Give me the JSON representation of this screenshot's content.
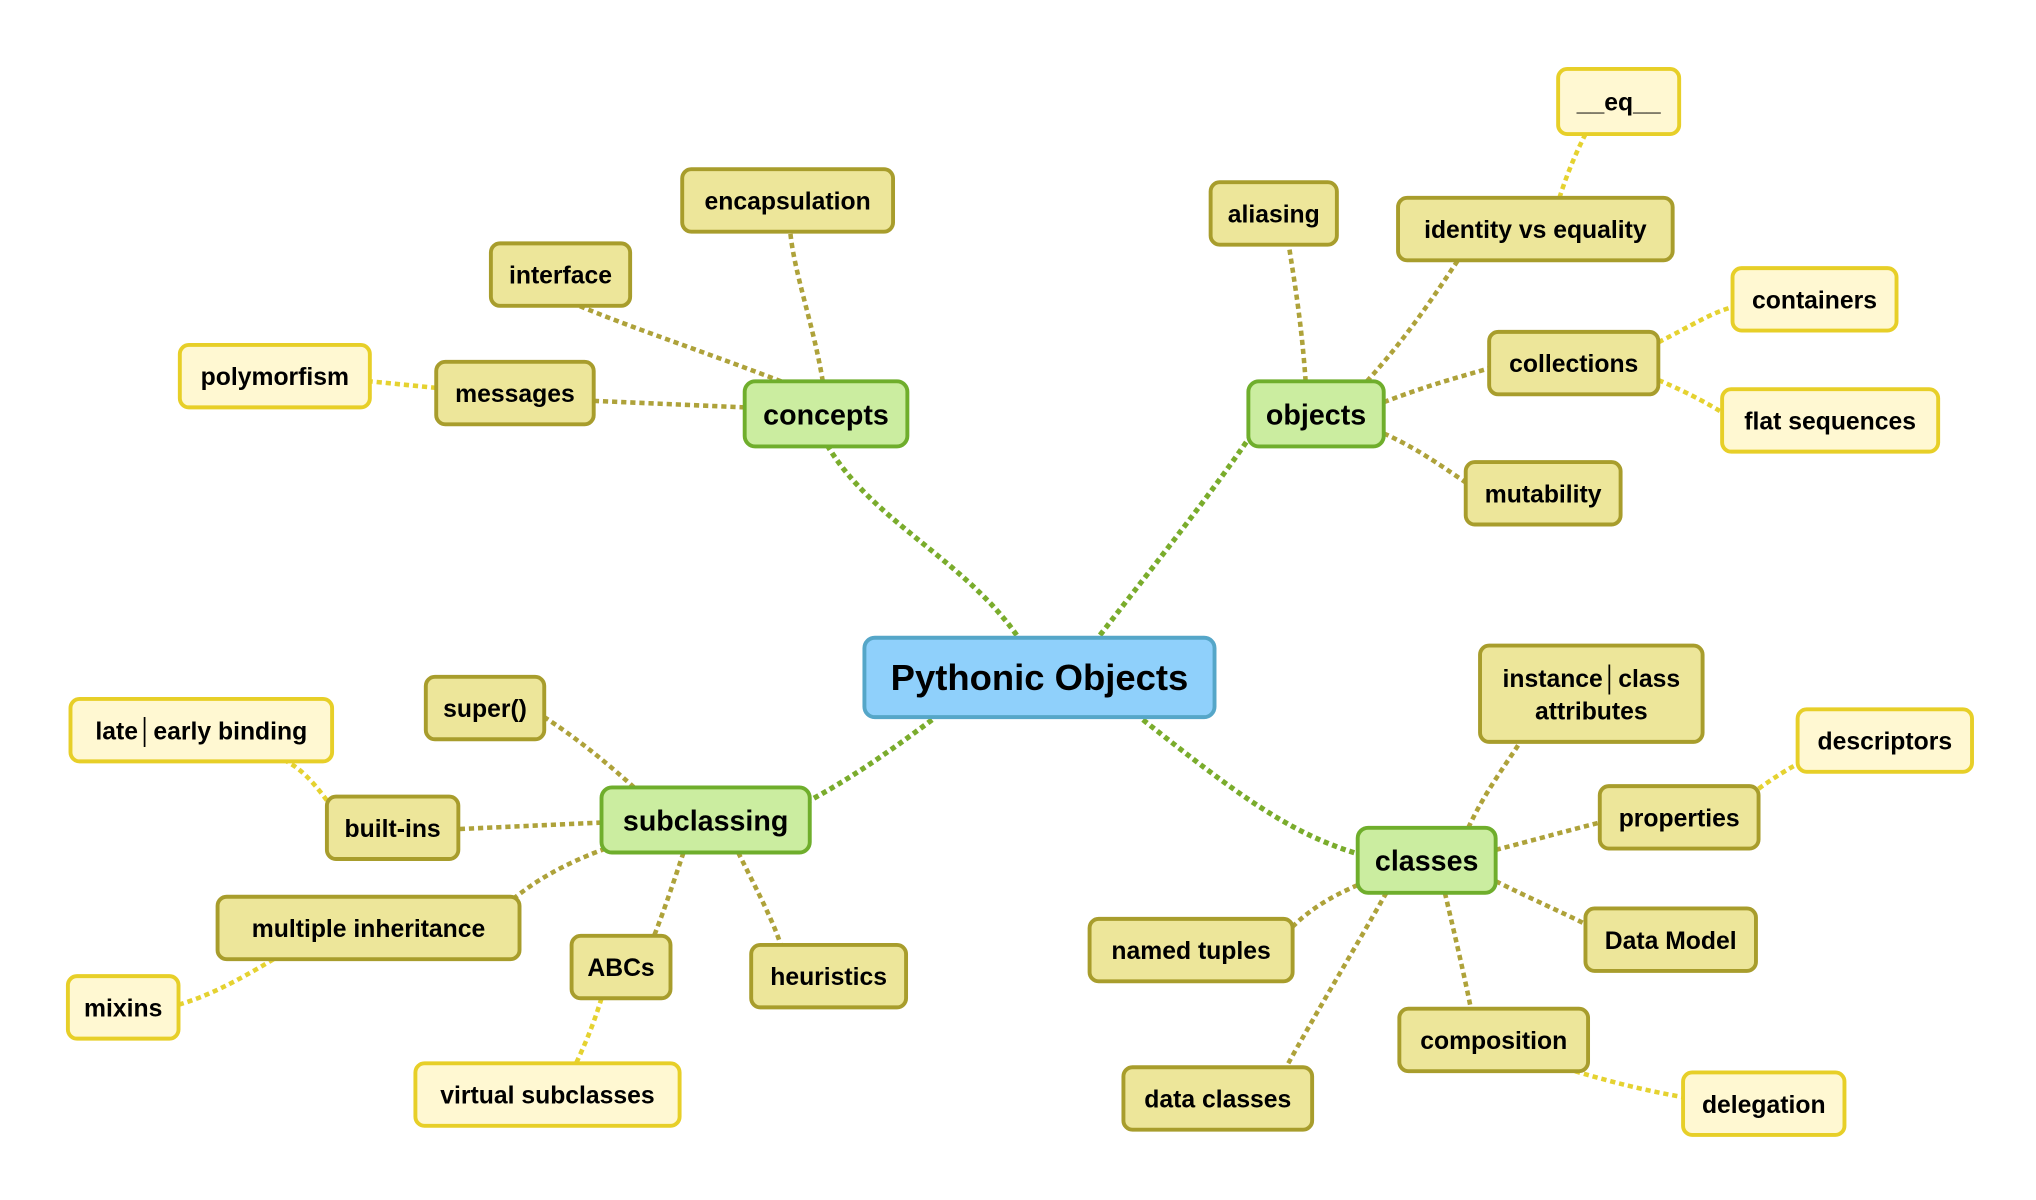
{
  "palette": {
    "root_fill": "#8fd0fb",
    "root_stroke": "#55a6c8",
    "branch_fill": "#cbeda0",
    "branch_stroke": "#6fae2c",
    "leaf_fill": "#ede69a",
    "leaf_stroke": "#a89d2c",
    "twig_fill": "#fff8d2",
    "twig_stroke": "#e7cf28",
    "edge_green": "#7aac2c",
    "edge_olive": "#aea23a",
    "edge_yellow": "#e5d230",
    "text": "#000000"
  },
  "nodes": {
    "root": "Pythonic Objects",
    "concepts": "concepts",
    "encapsulation": "encapsulation",
    "interface": "interface",
    "messages": "messages",
    "polymorfism": "polymorfism",
    "objects": "objects",
    "aliasing": "aliasing",
    "identity": "identity vs equality",
    "eq": "__eq__",
    "collections": "collections",
    "containers": "containers",
    "flat_sequences": "flat sequences",
    "mutability": "mutability",
    "subclassing": "subclassing",
    "super": "super()",
    "builtins": "built-ins",
    "late_early": "late│early binding",
    "multiple_inheritance": "multiple inheritance",
    "mixins": "mixins",
    "abcs": "ABCs",
    "virtual_subclasses": "virtual subclasses",
    "heuristics": "heuristics",
    "classes": "classes",
    "instance_class_1": "instance│class",
    "instance_class_2": "attributes",
    "descriptors": "descriptors",
    "properties": "properties",
    "data_model": "Data Model",
    "named_tuples": "named tuples",
    "data_classes": "data classes",
    "composition": "composition",
    "delegation": "delegation"
  }
}
